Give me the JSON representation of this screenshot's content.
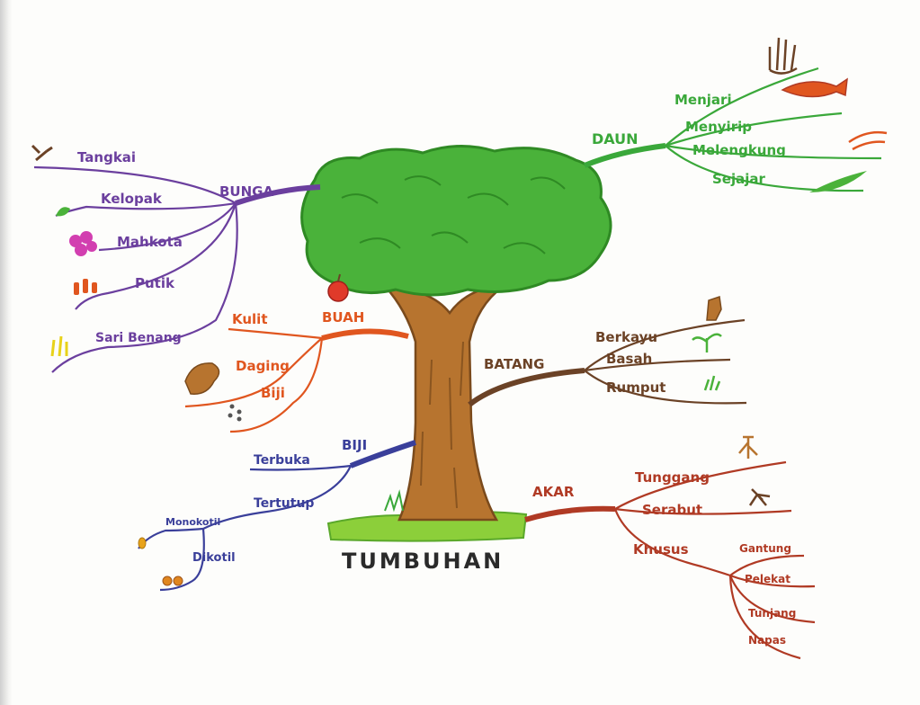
{
  "colors": {
    "bunga": "#6b3f9e",
    "daun": "#3aa83a",
    "buah": "#e0561f",
    "batang": "#6b4226",
    "biji": "#3a3f9a",
    "akar": "#b03a24",
    "center": "#2a2a2a",
    "foliage": "#4ab23a",
    "trunk": "#b7742f"
  },
  "center": {
    "label": "TUMBUHAN"
  },
  "branches": {
    "bunga": {
      "label": "BUNGA",
      "items": [
        "Tangkai",
        "Kelopak",
        "Mahkota",
        "Putik",
        "Sari Benang"
      ]
    },
    "daun": {
      "label": "DAUN",
      "items": [
        "Menjari",
        "Menyirip",
        "Melengkung",
        "Sejajar"
      ]
    },
    "buah": {
      "label": "BUAH",
      "items": [
        "Kulit",
        "Daging",
        "Biji"
      ]
    },
    "batang": {
      "label": "BATANG",
      "items": [
        "Berkayu",
        "Basah",
        "Rumput"
      ]
    },
    "biji": {
      "label": "BIJI",
      "items": [
        "Terbuka",
        "Tertutup"
      ],
      "subitems": [
        "Monokotil",
        "Dikotil"
      ]
    },
    "akar": {
      "label": "AKAR",
      "items": [
        "Tunggang",
        "Serabut",
        "Khusus"
      ],
      "subitems": [
        "Gantung",
        "Pelekat",
        "Tunjang",
        "Napas"
      ]
    }
  }
}
